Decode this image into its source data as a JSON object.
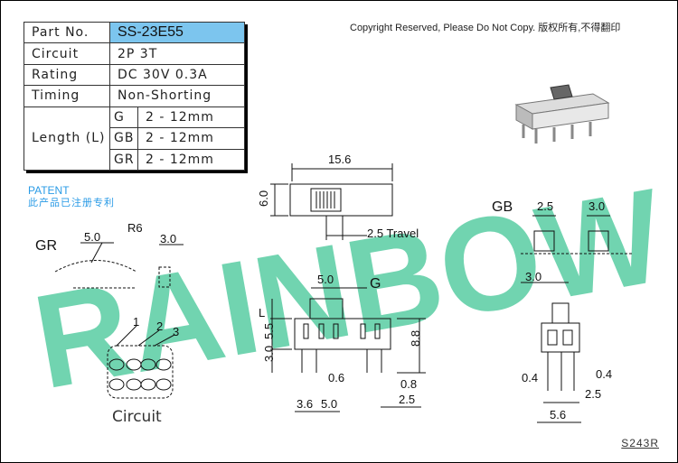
{
  "spec_table": {
    "part_no_label": "Part No.",
    "part_no_value": "SS-23E55",
    "circuit_label": "Circuit",
    "circuit_value": "2P 3T",
    "rating_label": "Rating",
    "rating_value": "DC 30V 0.3A",
    "timing_label": "Timing",
    "timing_value": "Non-Shorting",
    "length_label": "Length (L)",
    "lengths": [
      {
        "code": "G",
        "value": "2 - 12mm"
      },
      {
        "code": "GB",
        "value": "2 - 12mm"
      },
      {
        "code": "GR",
        "value": "2 - 12mm"
      }
    ]
  },
  "copyright": "Copyright Reserved, Please Do Not Copy. 版权所有,不得翻印",
  "patent": {
    "title": "PATENT",
    "subtitle": "此产品已注册专利"
  },
  "watermark": "RAINBOW",
  "drawing_code": "S243R",
  "top_view": {
    "width": "15.6",
    "height": "6.0",
    "travel": "2.5 Travel"
  },
  "gr_view": {
    "label": "GR",
    "dim_a": "5.0",
    "radius": "R6",
    "dim_b": "3.0"
  },
  "gb_view": {
    "label": "GB",
    "dim_a": "2.5",
    "dim_b": "3.0"
  },
  "front_view": {
    "label": "G",
    "actuator": "5.0",
    "L": "L",
    "h1": "5.5",
    "h2": "3.0",
    "total_h": "8.8",
    "pin_w": "0.6",
    "pin_w2": "0.8",
    "pitch_a": "3.6",
    "pitch_b": "5.0",
    "pitch_c": "2.5"
  },
  "side_view": {
    "top": "3.0",
    "pin_l": "0.4",
    "pin_r": "0.4",
    "pitch": "2.5",
    "width": "5.6"
  },
  "circuit": {
    "label": "Circuit",
    "pins": [
      "1",
      "2",
      "3"
    ]
  }
}
